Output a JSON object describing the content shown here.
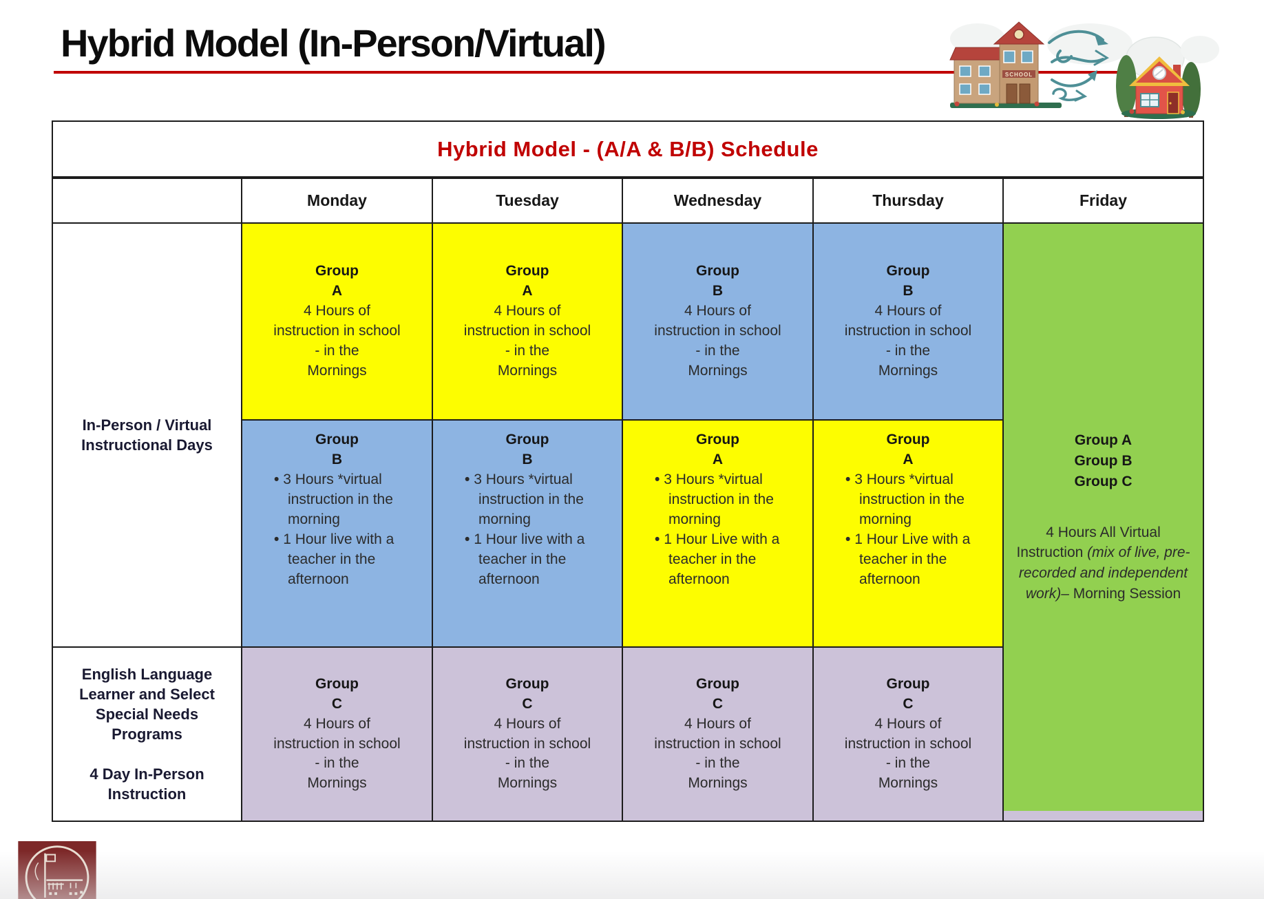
{
  "slide": {
    "title": "Hybrid Model (In-Person/Virtual)"
  },
  "icons": {
    "header_illustration": "school-to-home-transition-illustration",
    "school": "school-building-icon",
    "arrows": "teal-flow-arrows-icon",
    "house": "home-icon",
    "footer_logo": "district-seal-logo"
  },
  "colors": {
    "title_red": "#c00000",
    "cell_yellow": "#fdfd00",
    "cell_blue": "#8db4e2",
    "cell_green": "#92d050",
    "cell_lavender": "#ccc2d9",
    "border_black": "#1c1c1c",
    "logo_maroon": "#7d2828"
  },
  "table": {
    "title": "Hybrid Model - (A/A & B/B) Schedule",
    "row_labels": {
      "instructional": "In-Person / Virtual\nInstructional Days",
      "ell": "English Language\nLearner and Select\nSpecial Needs\nPrograms\n\n4 Day In-Person\nInstruction"
    }
  },
  "schedule": {
    "columns": [
      {
        "day": "Monday",
        "am": {
          "head": "Group\nA",
          "lines": "4 Hours of\ninstruction in school\n- in the\nMornings"
        },
        "pm": {
          "head": "Group\nB",
          "bullets": [
            "3 Hours *virtual instruction in the morning",
            "1 Hour live with a teacher in the afternoon"
          ]
        },
        "ell": {
          "head": "Group\nC",
          "lines": "4 Hours of\ninstruction in school\n- in the\nMornings"
        }
      },
      {
        "day": "Tuesday",
        "am": {
          "head": "Group\nA",
          "lines": "4 Hours of\ninstruction in school\n- in the\nMornings"
        },
        "pm": {
          "head": "Group\nB",
          "bullets": [
            "3 Hours *virtual instruction in the morning",
            "1 Hour live with a teacher in the afternoon"
          ]
        },
        "ell": {
          "head": "Group\nC",
          "lines": "4 Hours of\ninstruction in school\n- in the\nMornings"
        }
      },
      {
        "day": "Wednesday",
        "am": {
          "head": "Group\nB",
          "lines": "4 Hours of\ninstruction in school\n- in the\nMornings"
        },
        "pm": {
          "head": "Group\nA",
          "bullets": [
            "3 Hours *virtual instruction in the morning",
            "1 Hour Live with a teacher in the afternoon"
          ]
        },
        "ell": {
          "head": "Group\nC",
          "lines": "4 Hours of\ninstruction in school\n- in the\nMornings"
        }
      },
      {
        "day": "Thursday",
        "am": {
          "head": "Group\nB",
          "lines": "4 Hours of\ninstruction in school\n- in the\nMornings"
        },
        "pm": {
          "head": "Group\nA",
          "bullets": [
            "3 Hours *virtual instruction in the morning",
            "1 Hour Live with a teacher in the afternoon"
          ]
        },
        "ell": {
          "head": "Group\nC",
          "lines": "4 Hours of\ninstruction in school\n- in the\nMornings"
        }
      },
      {
        "day": "Friday",
        "all_virtual": {
          "groups": "Group A\nGroup B\nGroup C",
          "body_pre": "4 Hours All Virtual Instruction ",
          "body_italic": "(mix of live, pre-recorded and independent work)–",
          "body_post": " Morning Session"
        }
      }
    ]
  }
}
